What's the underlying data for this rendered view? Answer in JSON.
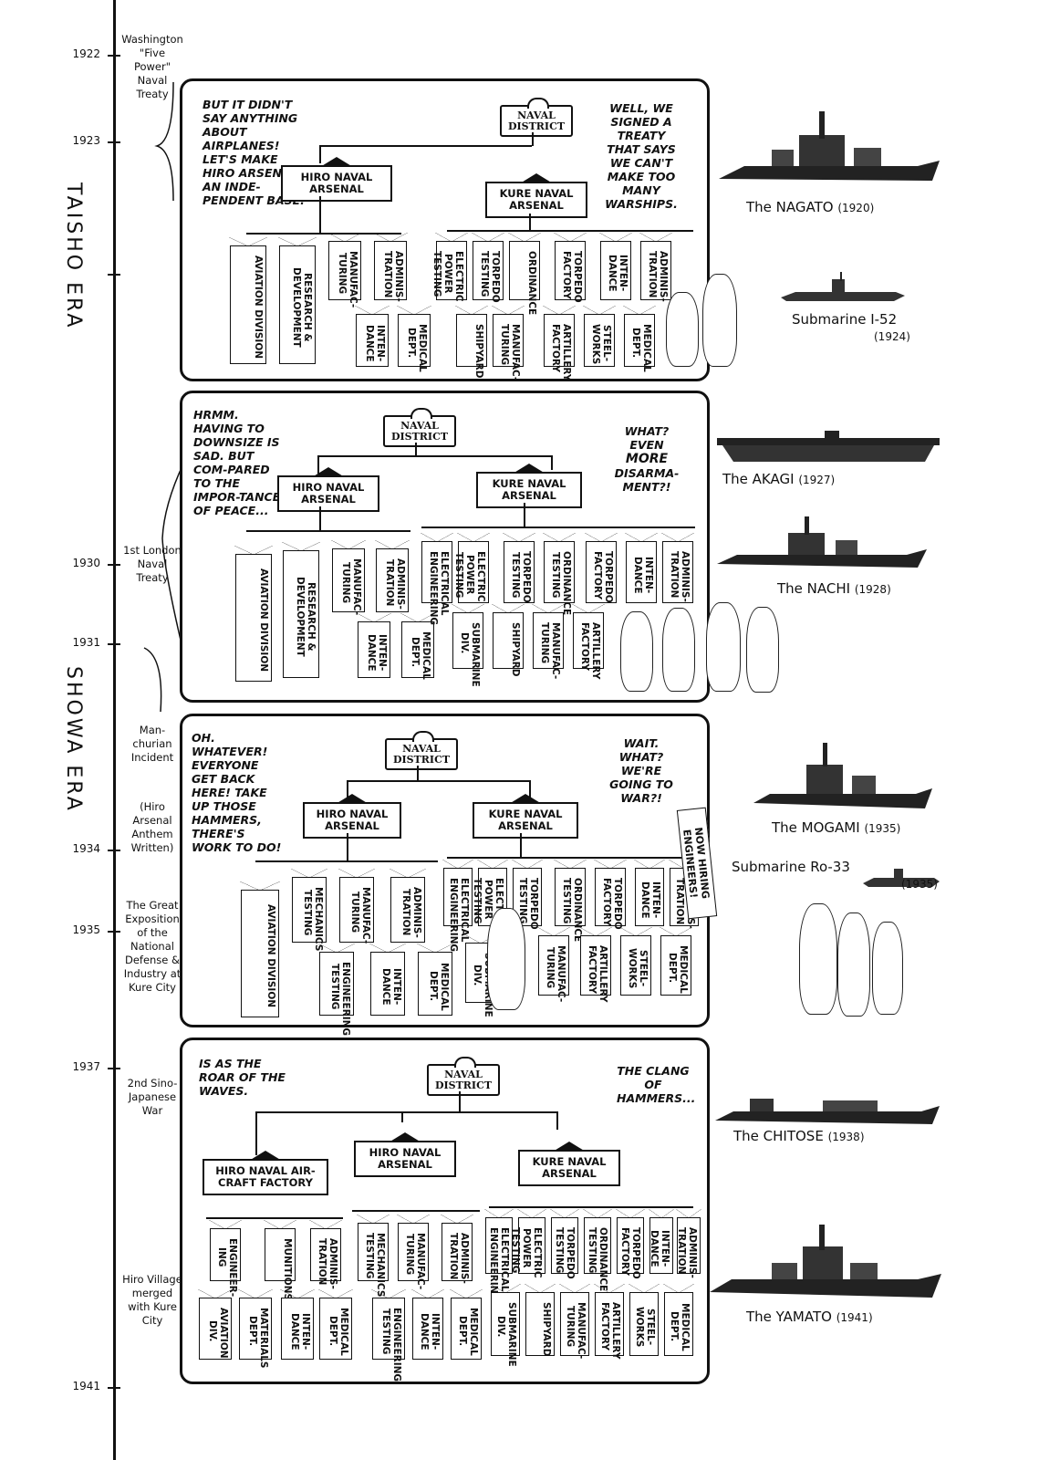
{
  "timeline": {
    "years": [
      "1922",
      "1923",
      "1930",
      "1931",
      "1934",
      "1935",
      "1937",
      "1941"
    ],
    "eras": {
      "taisho": "TAISHO ERA",
      "showa": "SHOWA ERA"
    },
    "events": {
      "washington": "Washington \"Five Power\" Naval Treaty",
      "london": "1st London Naval Treaty",
      "manchurian": "Man-churian Incident",
      "anthem": "(Hiro Arsenal Anthem Written)",
      "exposition": "The Great Exposition of the National Defense & Industry at Kure City",
      "sino": "2nd Sino-Japanese War",
      "merged": "Hiro Village merged with Kure City"
    }
  },
  "panels": [
    {
      "speech_left": "BUT IT DIDN'T SAY ANYTHING ABOUT AIRPLANES! LET'S MAKE HIRO ARSENAL AN INDE-PENDENT BASE.",
      "speech_right": "WELL, WE SIGNED A TREATY THAT SAYS WE CAN'T MAKE TOO MANY WARSHIPS.",
      "district": "NAVAL DISTRICT",
      "hiro": "HIRO NAVAL ARSENAL",
      "kure": "KURE NAVAL ARSENAL",
      "hiro_depts_top": [
        "AVIATION DIVISION",
        "RESEARCH & DEVELOPMENT",
        "MANUFAC-TURING",
        "ADMINIS-TRATION"
      ],
      "hiro_depts_bottom": [
        "INTEN-DANCE",
        "MEDICAL DEPT."
      ],
      "kure_depts_top": [
        "ELECTRIC POWER TESTING",
        "TORPEDO TESTING",
        "ORDINANCE",
        "TORPEDO FACTORY",
        "INTEN-DANCE",
        "ADMINIS-TRATION"
      ],
      "kure_depts_bottom": [
        "SHIPYARD",
        "MANUFAC-TURING",
        "ARTILLERY FACTORY",
        "STEEL-WORKS",
        "MEDICAL DEPT."
      ]
    },
    {
      "speech_left": "HRMM. HAVING TO DOWNSIZE IS SAD. BUT COM-PARED TO THE IMPOR-TANCE OF PEACE...",
      "speech_right_1": "WHAT? EVEN",
      "speech_right_2": "MORE",
      "speech_right_3": "DISARMA-MENT?!",
      "district": "NAVAL DISTRICT",
      "hiro": "HIRO NAVAL ARSENAL",
      "kure": "KURE NAVAL ARSENAL",
      "hiro_depts_top": [
        "AVIATION DIVISION",
        "RESEARCH & DEVELOPMENT",
        "MANUFAC-TURING",
        "ADMINIS-TRATION"
      ],
      "hiro_depts_bottom": [
        "INTEN-DANCE",
        "MEDICAL DEPT."
      ],
      "kure_depts_top": [
        "ELECTRICAL ENGINEERING",
        "ELECTRIC POWER TESTING",
        "TORPEDO TESTING",
        "ORDINANCE TESTING",
        "TORPEDO FACTORY",
        "INTEN-DANCE",
        "ADMINIS-TRATION"
      ],
      "kure_depts_bottom": [
        "SUBMARINE DIV.",
        "SHIPYARD",
        "MANUFAC-TURING",
        "ARTILLERY FACTORY"
      ]
    },
    {
      "speech_left": "OH. WHATEVER! EVERYONE GET BACK HERE! TAKE UP THOSE HAMMERS, THERE'S WORK TO DO!",
      "speech_right": "WAIT. WHAT? WE'RE GOING TO WAR?!",
      "district": "NAVAL DISTRICT",
      "hiro": "HIRO NAVAL ARSENAL",
      "kure": "KURE NAVAL ARSENAL",
      "sign": "NOW HIRING ENGINEERS!",
      "hiro_depts_top": [
        "AVIATION DIVISION",
        "MECHANICS TESTING",
        "MANUFAC-TURING",
        "ADMINIS-TRATION"
      ],
      "hiro_depts_bottom": [
        "ENGINEERING TESTING",
        "INTEN-DANCE",
        "MEDICAL DEPT."
      ],
      "kure_depts_top": [
        "ELECTRICAL ENGINEERING",
        "ELECTRIC POWER TESTING",
        "TORPEDO TESTING",
        "ORDINANCE TESTING",
        "TORPEDO FACTORY",
        "INTEN-DANCE",
        "ADMINIS-TRATION"
      ],
      "kure_depts_bottom": [
        "SUBMARINE DIV.",
        "MANUFAC-TURING",
        "ARTILLERY FACTORY",
        "STEEL-WORKS",
        "MEDICAL DEPT."
      ]
    },
    {
      "speech_left": "IS AS THE ROAR OF THE WAVES.",
      "speech_right": "THE CLANG OF HAMMERS...",
      "district": "NAVAL DISTRICT",
      "aircraft": "HIRO NAVAL AIR-CRAFT FACTORY",
      "hiro": "HIRO NAVAL ARSENAL",
      "kure": "KURE NAVAL ARSENAL",
      "air_depts_top": [
        "ENGINEER-ING",
        "MUNITIONS",
        "ADMINIS-TRATION"
      ],
      "air_depts_bottom": [
        "AVIATION DIV.",
        "MATERIALS DEPT.",
        "INTEN-DANCE",
        "MEDICAL DEPT."
      ],
      "hiro_depts_top": [
        "MECHANICS TESTING",
        "MANUFAC-TURING",
        "ADMINIS-TRATION"
      ],
      "hiro_depts_bottom": [
        "ENGINEERING TESTING",
        "INTEN-DANCE",
        "MEDICAL DEPT."
      ],
      "kure_depts_top": [
        "ELECTRICAL ENGINEERING",
        "ELECTRIC POWER TESTING",
        "TORPEDO TESTING",
        "ORDINANCE TESTING",
        "TORPEDO FACTORY",
        "INTEN-DANCE",
        "ADMINIS-TRATION"
      ],
      "kure_depts_bottom": [
        "SUBMARINE DIV.",
        "SHIPYARD",
        "MANUFAC-TURING",
        "ARTILLERY FACTORY",
        "STEEL-WORKS",
        "MEDICAL DEPT."
      ]
    }
  ],
  "ships": [
    {
      "name": "The NAGATO",
      "year": "(1920)"
    },
    {
      "name": "Submarine I-52",
      "year": "(1924)"
    },
    {
      "name": "The AKAGI",
      "year": "(1927)"
    },
    {
      "name": "The NACHI",
      "year": "(1928)"
    },
    {
      "name": "The MOGAMI",
      "year": "(1935)"
    },
    {
      "name": "Submarine Ro-33",
      "year": "(1935)"
    },
    {
      "name": "The CHITOSE",
      "year": "(1938)"
    },
    {
      "name": "The YAMATO",
      "year": "(1941)"
    }
  ]
}
